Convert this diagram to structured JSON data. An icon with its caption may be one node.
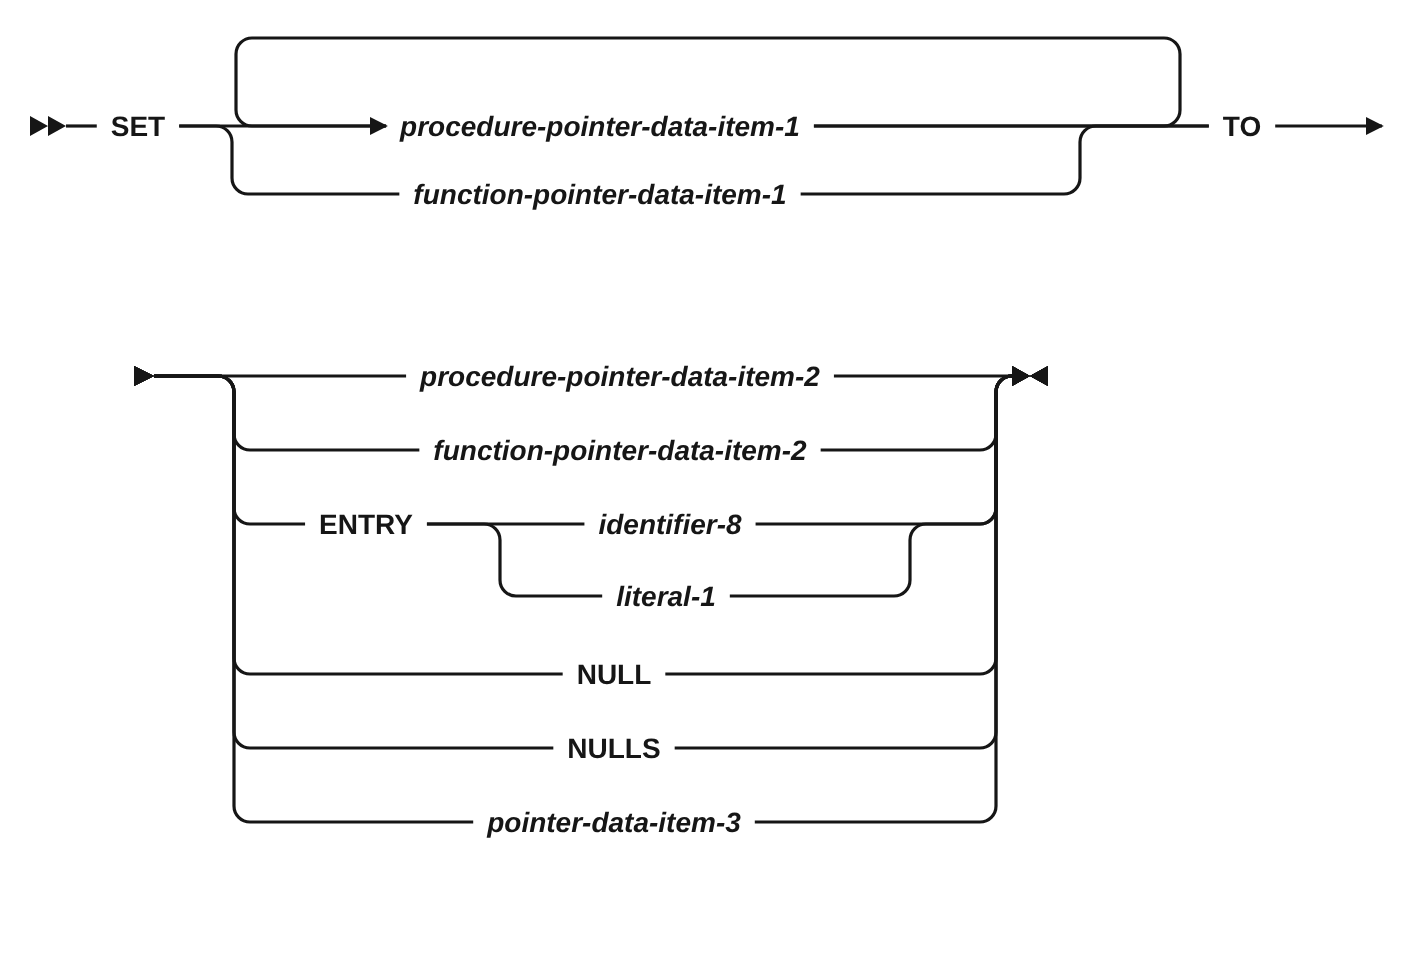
{
  "diagram": {
    "nodes": [
      {
        "text": [
          "SET"
        ]
      },
      {
        "text": [
          "procedure-pointer-data-item-1"
        ]
      },
      {
        "text": [
          "function-pointer-data-item-1"
        ]
      },
      {
        "text": [
          "TO"
        ]
      },
      {
        "text": [
          "procedure-pointer-data-item-2"
        ]
      },
      {
        "text": [
          "function-pointer-data-item-2"
        ]
      },
      {
        "text": [
          "ENTRY"
        ]
      },
      {
        "text": [
          "identifier-8"
        ]
      },
      {
        "text": [
          "literal-1"
        ]
      },
      {
        "text": [
          "NULL"
        ]
      },
      {
        "text": [
          "NULLS"
        ]
      },
      {
        "text": [
          "pointer-data-item-3"
        ]
      }
    ],
    "edges": [
      {
        "from": null,
        "to": 0,
        "arrow": "other"
      },
      {
        "from": 0,
        "to": 1,
        "arrow": "none"
      },
      {
        "from": 0,
        "to": 2,
        "arrow": "none"
      },
      {
        "from": 1,
        "to": 3,
        "arrow": "none"
      },
      {
        "from": 2,
        "to": 3,
        "arrow": "none"
      },
      {
        "from": 1,
        "to": 1,
        "arrow": "to"
      },
      {
        "from": 3,
        "to": null,
        "arrow": "to"
      },
      {
        "from": null,
        "to": 4,
        "arrow": "other"
      },
      {
        "from": null,
        "to": 5,
        "arrow": "other"
      },
      {
        "from": null,
        "to": 6,
        "arrow": "other"
      },
      {
        "from": null,
        "to": 9,
        "arrow": "other"
      },
      {
        "from": null,
        "to": 10,
        "arrow": "other"
      },
      {
        "from": null,
        "to": 11,
        "arrow": "other"
      },
      {
        "from": 6,
        "to": 7,
        "arrow": "none"
      },
      {
        "from": 6,
        "to": 8,
        "arrow": "none"
      },
      {
        "from": 7,
        "to": null,
        "arrow": "to"
      },
      {
        "from": 8,
        "to": null,
        "arrow": "to"
      },
      {
        "from": 4,
        "to": null,
        "arrow": "to"
      },
      {
        "from": 5,
        "to": null,
        "arrow": "to"
      },
      {
        "from": 9,
        "to": null,
        "arrow": "to"
      },
      {
        "from": 10,
        "to": null,
        "arrow": "to"
      },
      {
        "from": 11,
        "to": null,
        "arrow": "to"
      }
    ]
  }
}
